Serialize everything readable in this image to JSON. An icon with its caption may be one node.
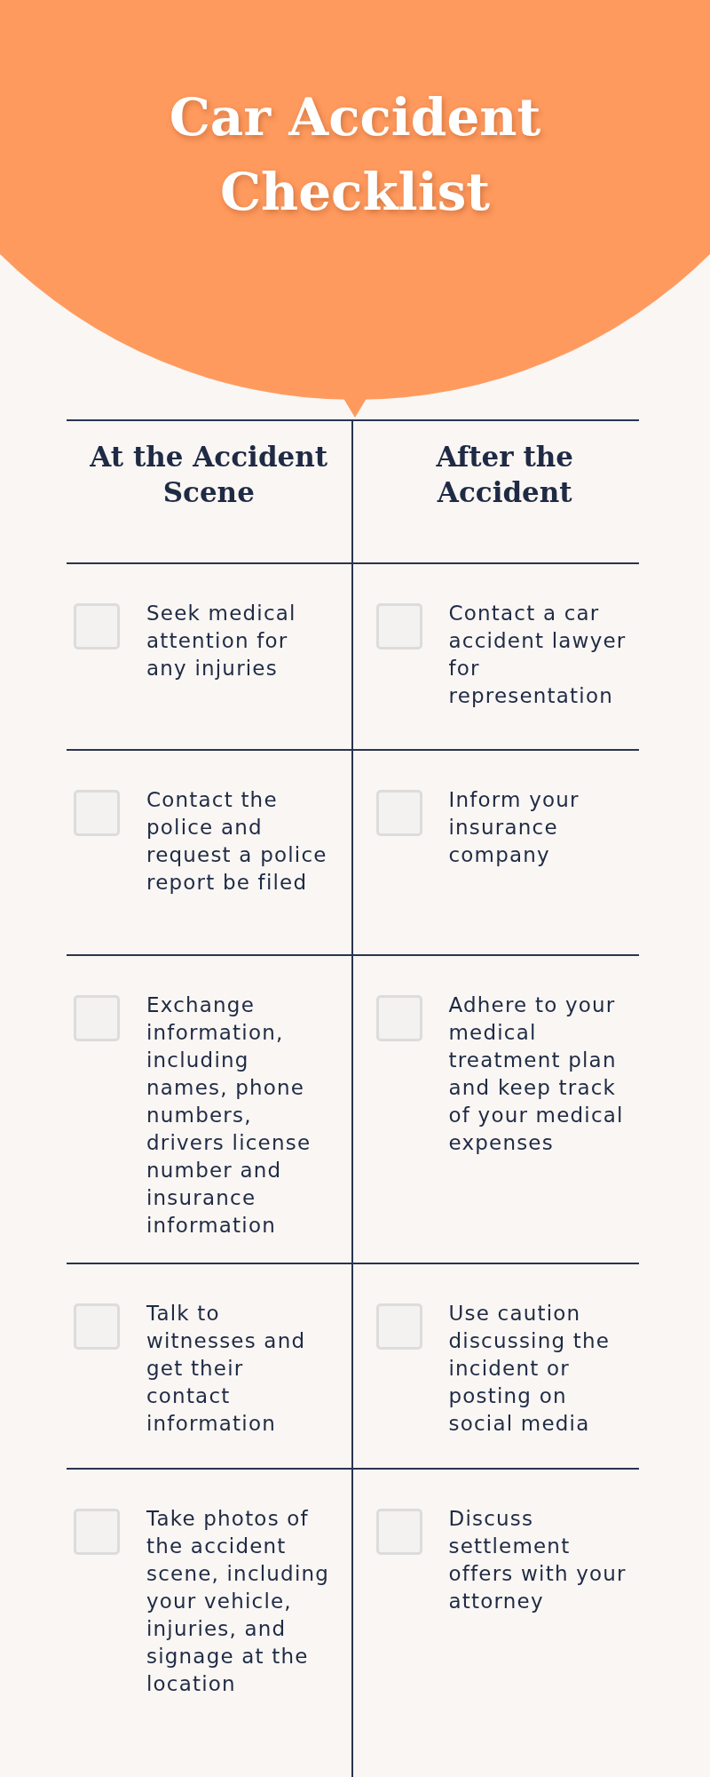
{
  "diagram": {
    "title": "Car Accident Checklist",
    "labels": [
      "At the Accident Scene",
      "After the Accident",
      "Seek medical attention for any injuries",
      "Contact a car accident lawyer for representation",
      "Contact the police and request a police report be filed",
      "Inform your insurance company",
      "Exchange information, including names, phone numbers, drivers license number and insurance information",
      "Adhere to your medical treatment plan and keep track of your medical expenses",
      "Talk to witnesses and get their contact information",
      "Use caution discussing the incident or posting on social media",
      "Take photos of the accident scene, including your vehicle, injuries, and signage at the location",
      "Discuss settlement offers with your attorney"
    ]
  }
}
